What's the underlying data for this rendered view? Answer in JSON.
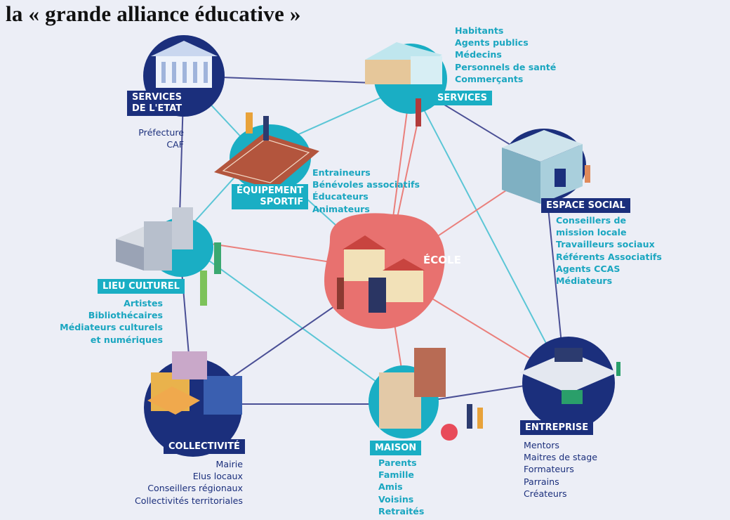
{
  "title": "la « grande alliance éducative »",
  "nodes": {
    "services_etat": {
      "label_line1": "SERVICES",
      "label_line2": "DE L'ETAT",
      "actors": [
        "Préfecture",
        "CAF"
      ]
    },
    "services": {
      "label": "SERVICES",
      "actors": [
        "Habitants",
        "Agents publics",
        "Médecins",
        "Personnels de santé",
        "Commerçants"
      ]
    },
    "equipement_sportif": {
      "label_line1": "ÉQUIPEMENT",
      "label_line2": "SPORTIF",
      "actors": [
        "Entraineurs",
        "Bénévoles associatifs",
        "Éducateurs",
        "Animateurs"
      ]
    },
    "espace_social": {
      "label": "ESPACE SOCIAL",
      "actors": [
        "Conseillers de",
        "mission locale",
        "Travailleurs sociaux",
        "Référents Associatifs",
        "Agents CCAS",
        "Médiateurs"
      ]
    },
    "lieu_culturel": {
      "label": "LIEU CULTUREL",
      "actors": [
        "Artistes",
        "Bibliothécaires",
        "Médiateurs culturels",
        "et numériques"
      ]
    },
    "ecole": {
      "label": "ÉCOLE"
    },
    "collectivite": {
      "label": "COLLECTIVITÉ",
      "actors": [
        "Mairie",
        "Elus locaux",
        "Conseillers régionaux",
        "Collectivités territoriales"
      ]
    },
    "maison": {
      "label": "MAISON",
      "actors": [
        "Parents",
        "Famille",
        "Amis",
        "Voisins",
        "Retraités"
      ]
    },
    "entreprise": {
      "label": "ENTREPRISE",
      "actors": [
        "Mentors",
        "Maitres de stage",
        "Formateurs",
        "Parrains",
        "Créateurs"
      ]
    }
  },
  "colors": {
    "navy": "#1b2f7c",
    "cyan": "#1aaec4",
    "ecole_red": "#e8716f",
    "link_navy": "#4a4f95",
    "link_cyan": "#5bc6d6",
    "link_red": "#ea7f7b"
  }
}
